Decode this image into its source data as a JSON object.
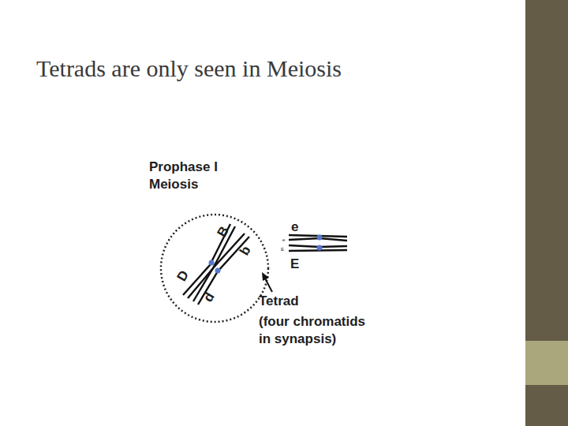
{
  "diagram": {
    "title": "Tetrads are only seen in Meiosis",
    "labels": [
      "Prophase I Meiosis",
      "B",
      "b",
      "D",
      "d",
      "e",
      "e",
      "E",
      "E",
      "Tetrad",
      "(four chromatids in synapsis)"
    ]
  }
}
